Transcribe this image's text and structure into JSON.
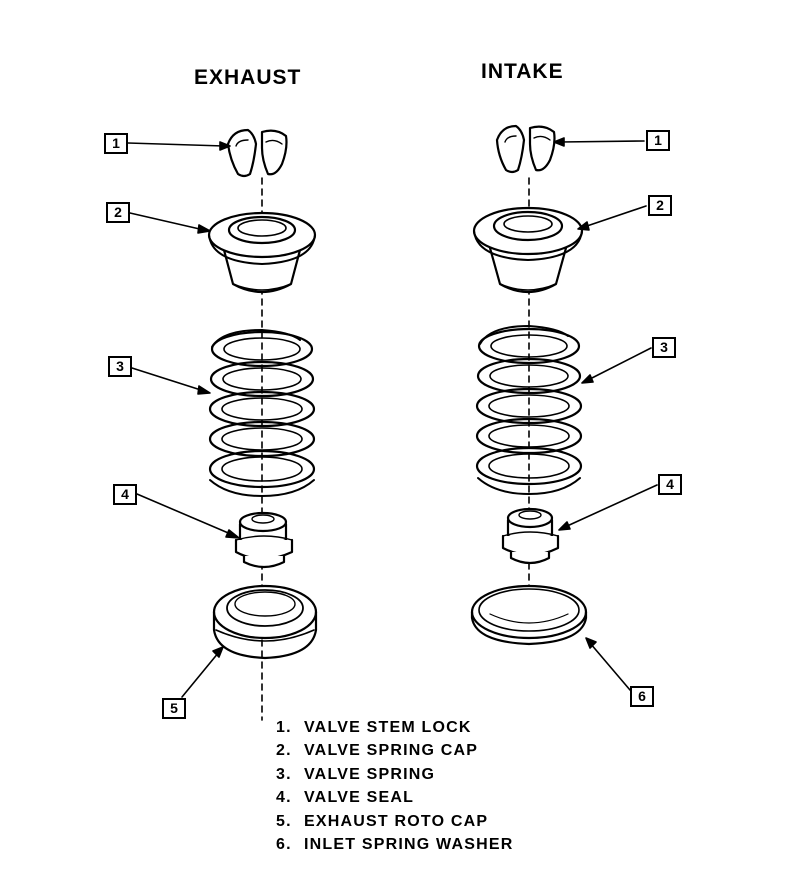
{
  "headers": {
    "exhaust": "EXHAUST",
    "intake": "INTAKE"
  },
  "callouts": {
    "exhaust": [
      "1",
      "2",
      "3",
      "4",
      "5"
    ],
    "intake": [
      "1",
      "2",
      "3",
      "4",
      "6"
    ]
  },
  "legend": [
    {
      "num": "1.",
      "label": "VALVE STEM LOCK"
    },
    {
      "num": "2.",
      "label": "VALVE SPRING CAP"
    },
    {
      "num": "3.",
      "label": "VALVE SPRING"
    },
    {
      "num": "4.",
      "label": "VALVE SEAL"
    },
    {
      "num": "5.",
      "label": "EXHAUST ROTO CAP"
    },
    {
      "num": "6.",
      "label": "INLET SPRING WASHER"
    }
  ],
  "colors": {
    "line": "#000000",
    "background": "#ffffff"
  }
}
